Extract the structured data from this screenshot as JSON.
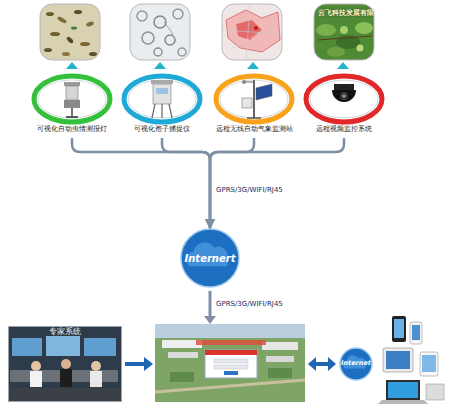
{
  "diagram": {
    "nodes": [
      {
        "text": [
          "可视化自动虫情测报灯"
        ]
      },
      {
        "text": [
          "可视化孢子捕捉仪"
        ]
      },
      {
        "text": [
          "远程无线自动气象监测站"
        ]
      },
      {
        "text": [
          "远程视频监控系统"
        ]
      },
      {
        "text": [
          "Internert"
        ]
      },
      {
        "text": [
          "专家系统"
        ]
      },
      {
        "text": [
          "Internet"
        ]
      }
    ],
    "edges": [
      {
        "from": 0,
        "to": 4,
        "arrow": "to",
        "label": "GPRS/3G/WIFI/RJ45"
      },
      {
        "from": 1,
        "to": 4,
        "arrow": "to"
      },
      {
        "from": 2,
        "to": 4,
        "arrow": "to"
      },
      {
        "from": 3,
        "to": 4,
        "arrow": "to"
      }
    ],
    "labels": [
      "云飞科技发展有限",
      "GPRS/3G/WIFI/RJ45"
    ]
  }
}
